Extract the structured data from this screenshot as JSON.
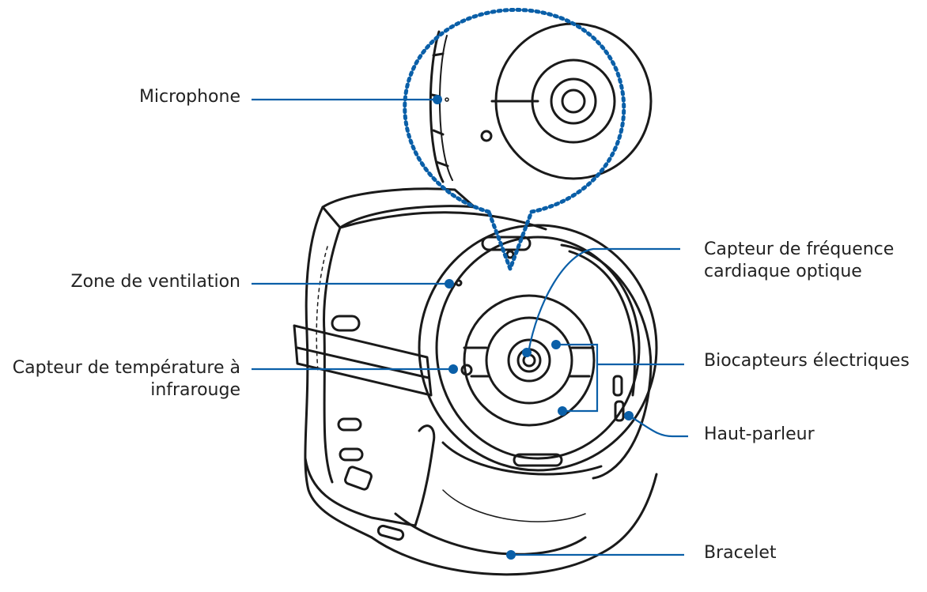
{
  "labels": {
    "microphone": "Microphone",
    "ventilation": "Zone de ventilation",
    "temperature_line1": "Capteur de température à",
    "temperature_line2": "infrarouge",
    "heart_line1": "Capteur de fréquence",
    "heart_line2": "cardiaque optique",
    "bio": "Biocapteurs électriques",
    "speaker": "Haut-parleur",
    "strap": "Bracelet"
  },
  "colors": {
    "callout": "#0a5fa8",
    "outline": "#1a1a1a",
    "text": "#222222"
  }
}
